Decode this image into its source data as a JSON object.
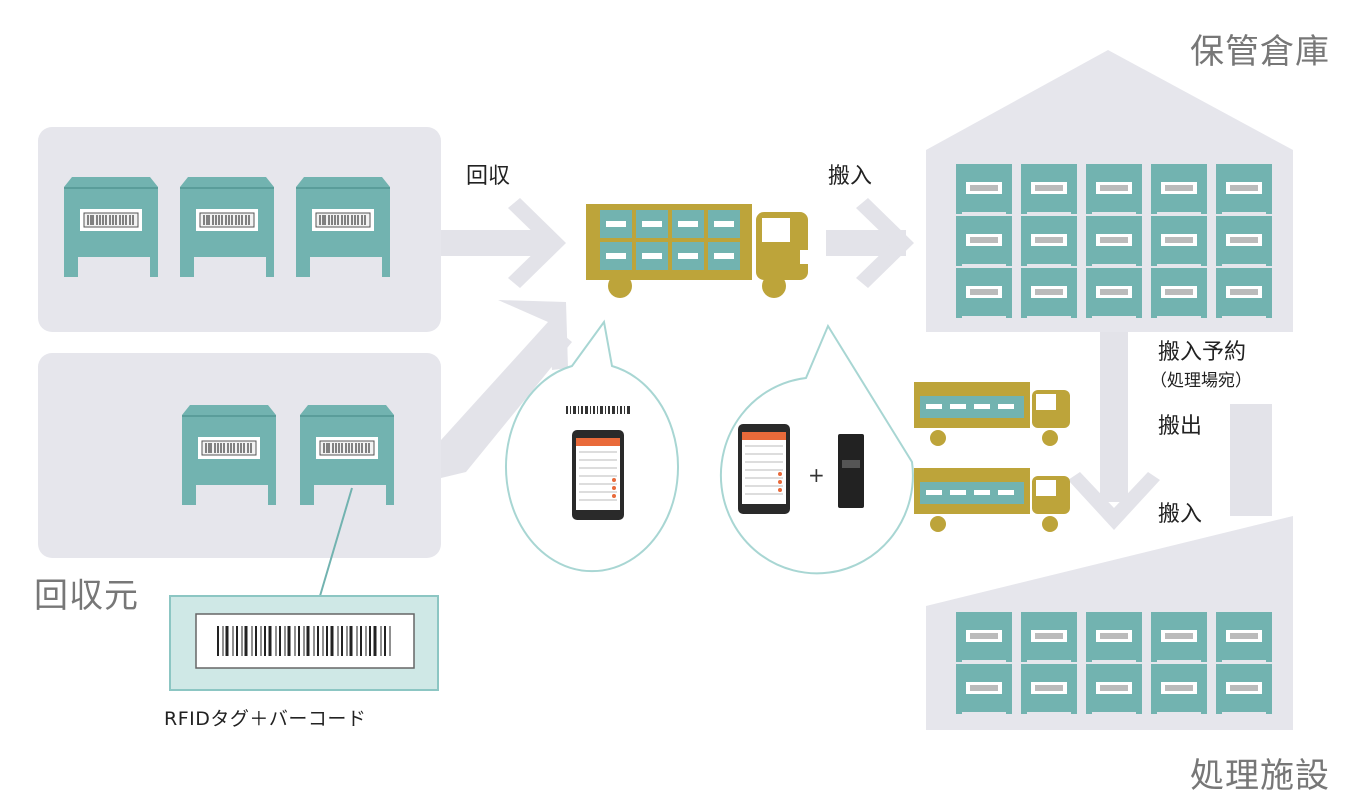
{
  "labels": {
    "storage_warehouse": "保管倉庫",
    "collection_source": "回収元",
    "processing_facility": "処理施設",
    "collect": "回収",
    "carry_in_top": "搬入",
    "reservation": "搬入予約",
    "reservation_sub": "（処理場宛）",
    "carry_out": "搬出",
    "carry_in_bottom": "搬入",
    "rfid_tag": "RFIDタグ＋バーコード"
  },
  "colors": {
    "teal": "#72b3b0",
    "teal_dark": "#5a9d9a",
    "gold": "#bda43a",
    "panel_gray": "#e6e6ec",
    "arrow_gray": "#e3e3e9",
    "tag_bg": "#cfe8e6",
    "bubble_stroke": "#a8d6d3"
  },
  "icons": [
    "container-icon",
    "truck-icon",
    "barcode-icon",
    "smartphone-icon",
    "rfid-reader-icon",
    "warehouse-building-icon"
  ]
}
